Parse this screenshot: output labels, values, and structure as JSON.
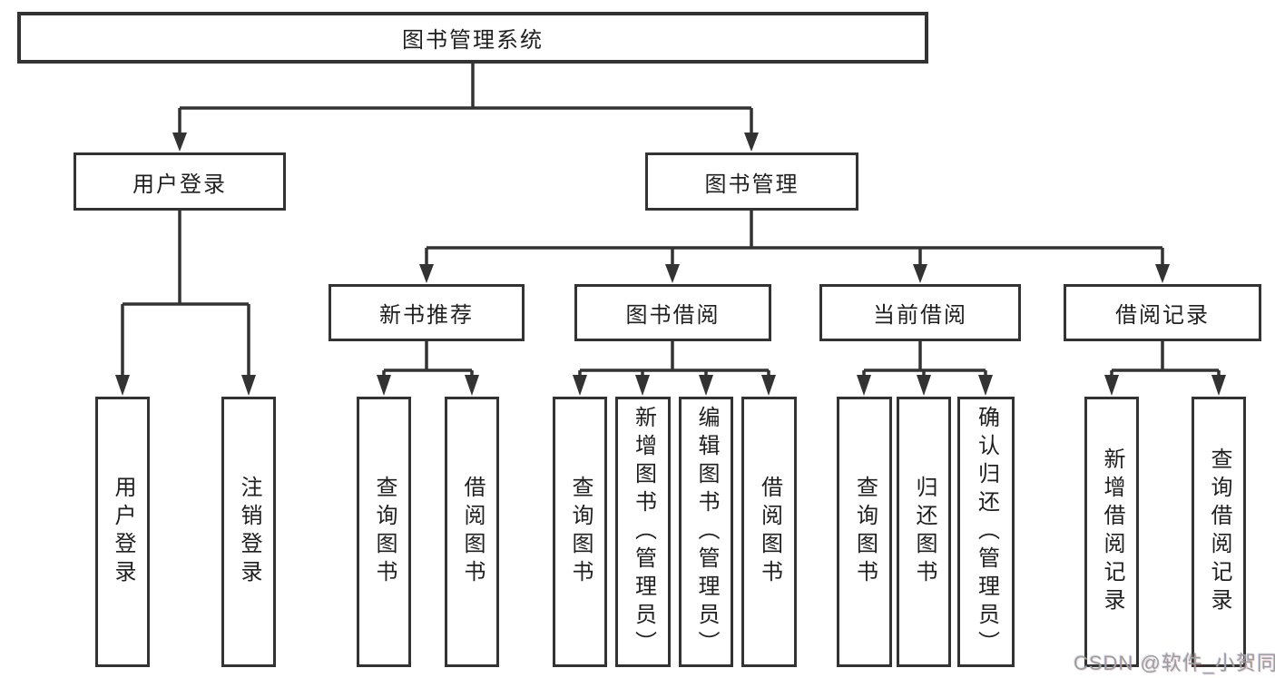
{
  "tree": {
    "label": "图书管理系统",
    "children": [
      {
        "label": "用户登录",
        "children": [
          {
            "label": "用户登录"
          },
          {
            "label": "注销登录"
          }
        ]
      },
      {
        "label": "图书管理",
        "children": [
          {
            "label": "新书推荐",
            "children": [
              {
                "label": "查询图书"
              },
              {
                "label": "借阅图书"
              }
            ]
          },
          {
            "label": "图书借阅",
            "children": [
              {
                "label": "查询图书"
              },
              {
                "label": "新增图书（管理员）"
              },
              {
                "label": "编辑图书（管理员）"
              },
              {
                "label": "借阅图书"
              }
            ]
          },
          {
            "label": "当前借阅",
            "children": [
              {
                "label": "查询图书"
              },
              {
                "label": "归还图书"
              },
              {
                "label": "确认归还（管理员）"
              }
            ]
          },
          {
            "label": "借阅记录",
            "children": [
              {
                "label": "新增借阅记录"
              },
              {
                "label": "查询借阅记录"
              }
            ]
          }
        ]
      }
    ]
  },
  "watermark": {
    "text": "CSDN @软件_小贺同学"
  },
  "colors": {
    "line": "#333333",
    "text": "#1f1f1f",
    "watermark": "#9d9d9d",
    "bg": "#ffffff"
  }
}
